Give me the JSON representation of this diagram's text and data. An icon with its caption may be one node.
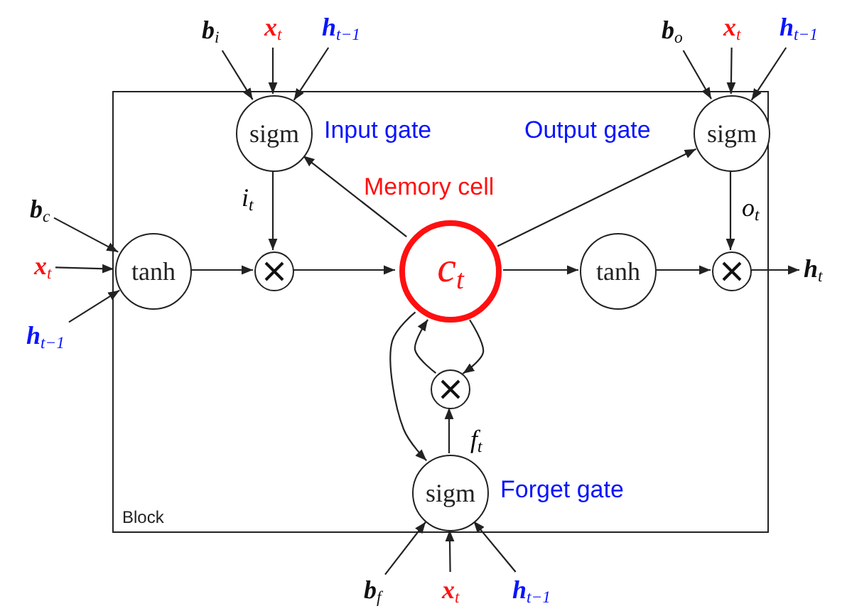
{
  "diagram": {
    "nodes": [
      {
        "text": [
          "Block"
        ]
      },
      {
        "text": [
          "sigm"
        ],
        "in": 0,
        "beside": [
          "Input gate"
        ]
      },
      {
        "text": [
          "sigm"
        ],
        "in": 0,
        "beside": [
          "Output gate"
        ]
      },
      {
        "text": [
          "tanh"
        ],
        "in": 0
      },
      {
        "text": [],
        "shape": "circle",
        "in": 0
      },
      {
        "text": [
          "c$_{t}$"
        ],
        "in": 0,
        "beside": [
          "Memory cell"
        ]
      },
      {
        "text": [
          "tanh"
        ],
        "in": 0
      },
      {
        "text": [],
        "shape": "circle",
        "in": 0
      },
      {
        "text": [],
        "shape": "circle",
        "in": 0
      },
      {
        "text": [
          "sigm"
        ],
        "in": 0,
        "beside": [
          "Forget gate"
        ]
      },
      {
        "text": [
          "b$_{i}$"
        ]
      },
      {
        "text": [
          "x$_{t}$"
        ]
      },
      {
        "text": [
          "h$_{t−1}$"
        ]
      },
      {
        "text": [
          "b$_{o}$"
        ]
      },
      {
        "text": [
          "x$_{t}$"
        ]
      },
      {
        "text": [
          "h$_{t−1}$"
        ]
      },
      {
        "text": [
          "b$_{c}$"
        ]
      },
      {
        "text": [
          "x$_{t}$"
        ]
      },
      {
        "text": [
          "h$_{t−1}$"
        ]
      },
      {
        "text": [
          "b$_{f}$"
        ]
      },
      {
        "text": [
          "x$_{t}$"
        ]
      },
      {
        "text": [
          "h$_{t−1}$"
        ]
      },
      {
        "text": [
          "h$_{t}$"
        ]
      }
    ],
    "edges": [
      {
        "from": 10,
        "to": 1,
        "arrow": "to"
      },
      {
        "from": 11,
        "to": 1,
        "arrow": "to"
      },
      {
        "from": 12,
        "to": 1,
        "arrow": "to"
      },
      {
        "from": 13,
        "to": 2,
        "arrow": "to"
      },
      {
        "from": 14,
        "to": 2,
        "arrow": "to"
      },
      {
        "from": 15,
        "to": 2,
        "arrow": "to"
      },
      {
        "from": 16,
        "to": 3,
        "arrow": "to"
      },
      {
        "from": 17,
        "to": 3,
        "arrow": "to"
      },
      {
        "from": 18,
        "to": 3,
        "arrow": "to"
      },
      {
        "from": 19,
        "to": 9,
        "arrow": "to"
      },
      {
        "from": 20,
        "to": 9,
        "arrow": "to"
      },
      {
        "from": 21,
        "to": 9,
        "arrow": "to"
      },
      {
        "from": 3,
        "to": 4,
        "arrow": "to"
      },
      {
        "from": 1,
        "to": 4,
        "arrow": "to",
        "label": "i$_{t}$"
      },
      {
        "from": 4,
        "to": 5,
        "arrow": "to"
      },
      {
        "from": 5,
        "to": 1,
        "arrow": "to"
      },
      {
        "from": 5,
        "to": 2,
        "arrow": "to"
      },
      {
        "from": 5,
        "to": 6,
        "arrow": "to"
      },
      {
        "from": 6,
        "to": 7,
        "arrow": "to"
      },
      {
        "from": 2,
        "to": 7,
        "arrow": "to",
        "label": "o$_{t}$"
      },
      {
        "from": 7,
        "to": 22,
        "arrow": "to"
      },
      {
        "from": 9,
        "to": 8,
        "arrow": "to",
        "label": "f$_{t}$"
      },
      {
        "from": 5,
        "to": 8,
        "arrow": "to"
      },
      {
        "from": 8,
        "to": 5,
        "arrow": "to"
      },
      {
        "from": 5,
        "to": 9,
        "arrow": "to"
      }
    ]
  }
}
